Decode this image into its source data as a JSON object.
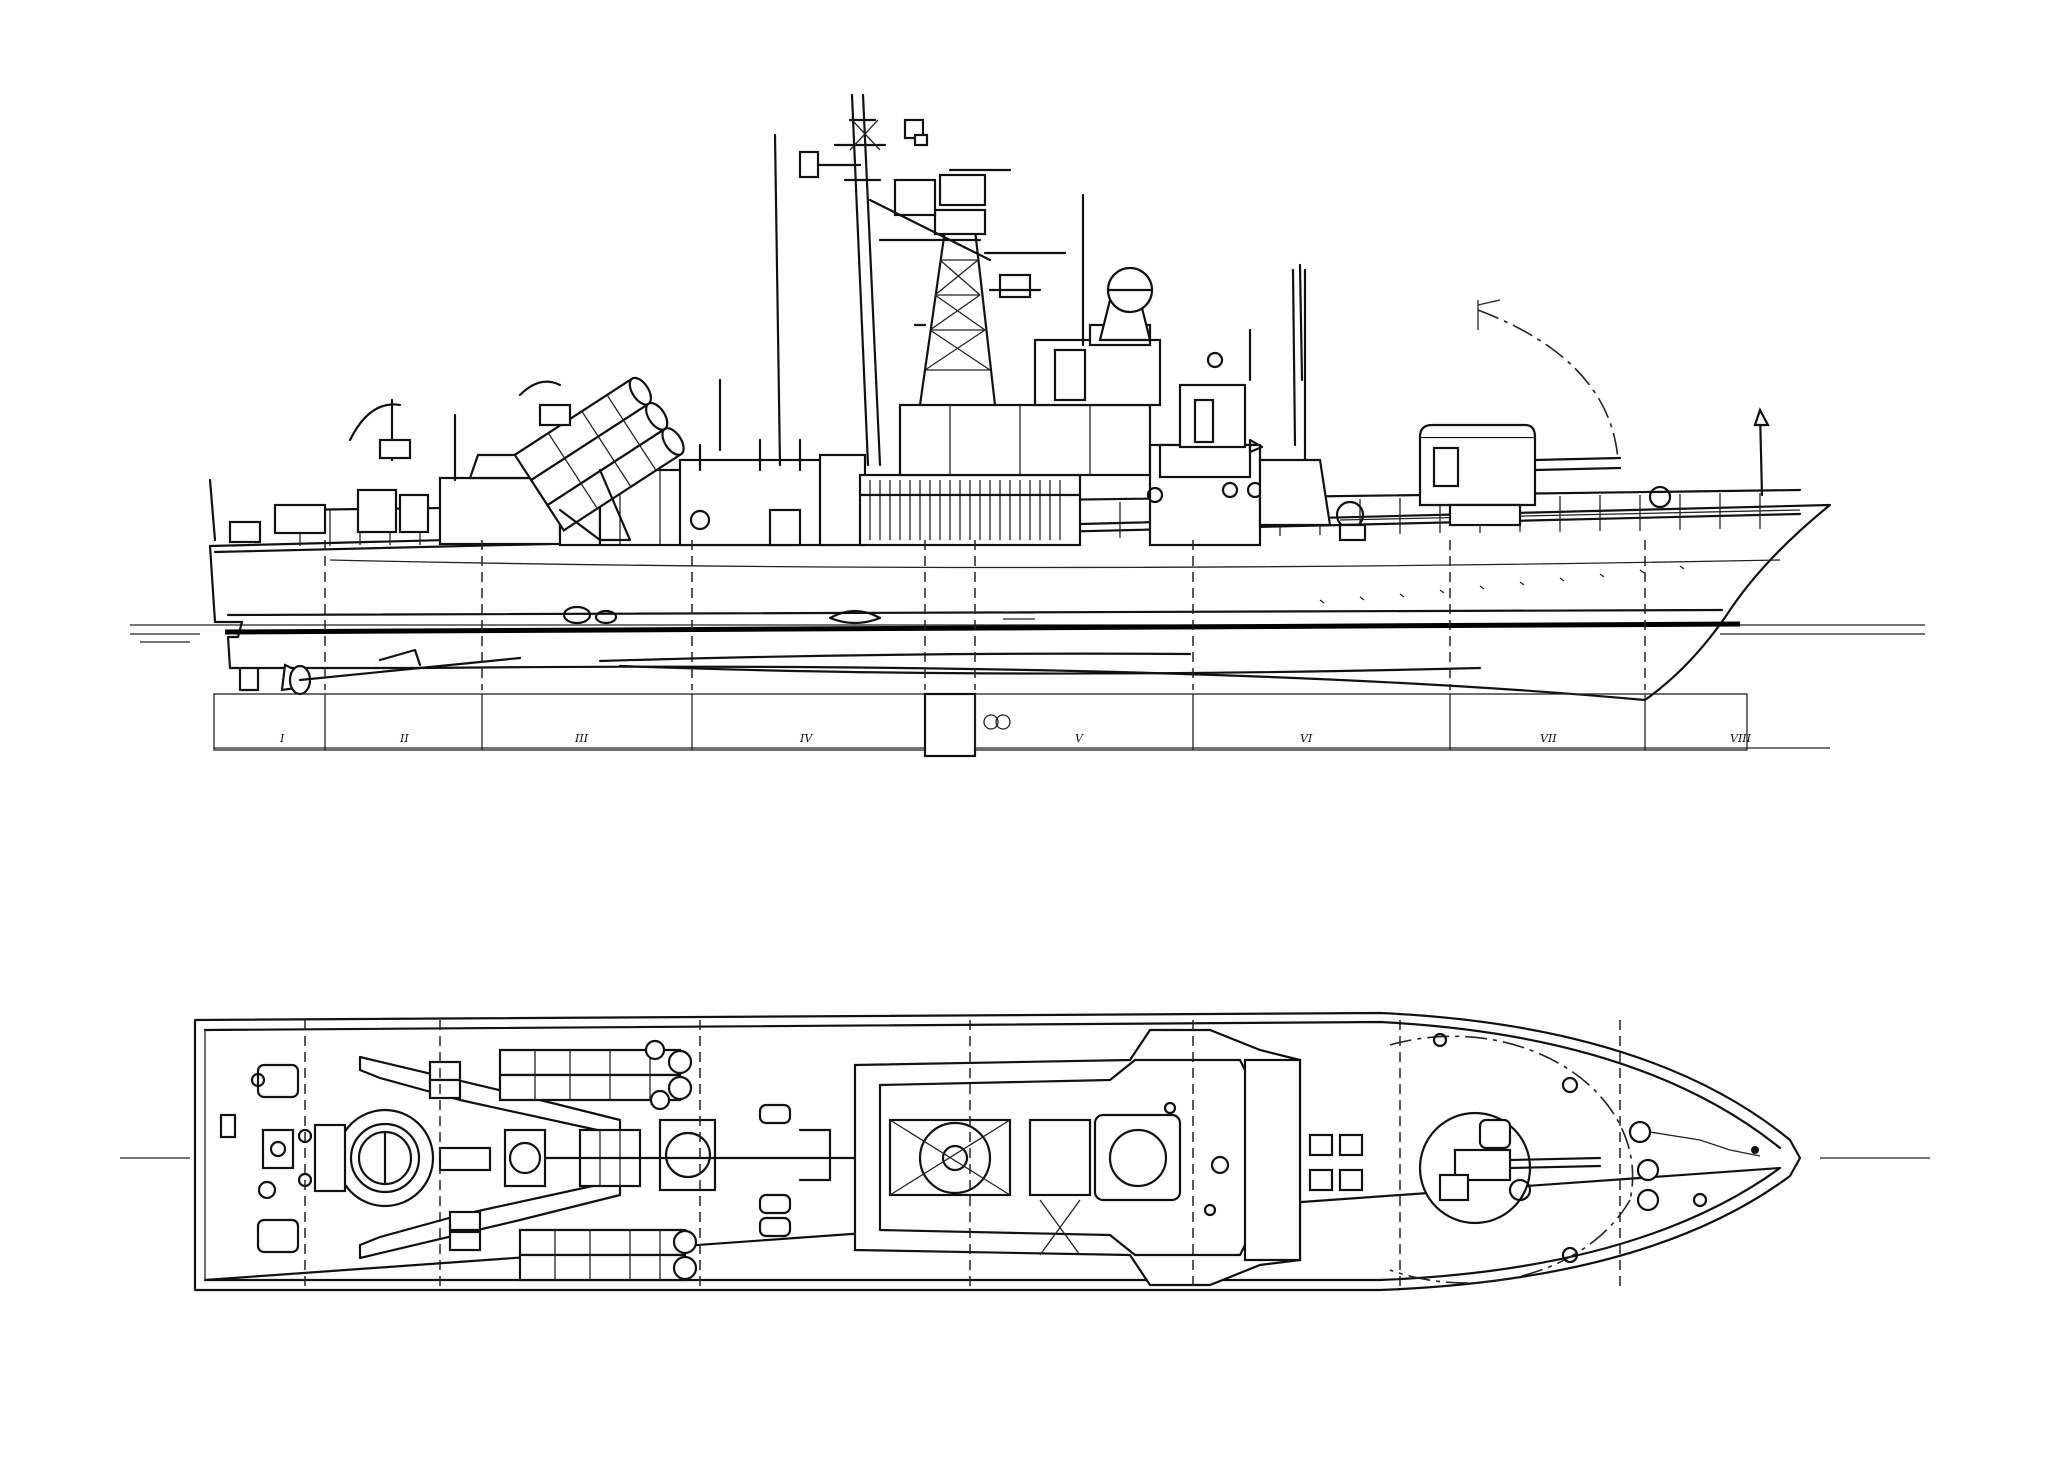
{
  "figure": {
    "views": [
      "side-elevation",
      "deck-plan"
    ],
    "colors": {
      "ink": "#111111",
      "paper": "#ffffff"
    },
    "station_labels": [
      "I",
      "II",
      "III",
      "IV",
      "V",
      "VI",
      "VII",
      "VIII"
    ]
  }
}
